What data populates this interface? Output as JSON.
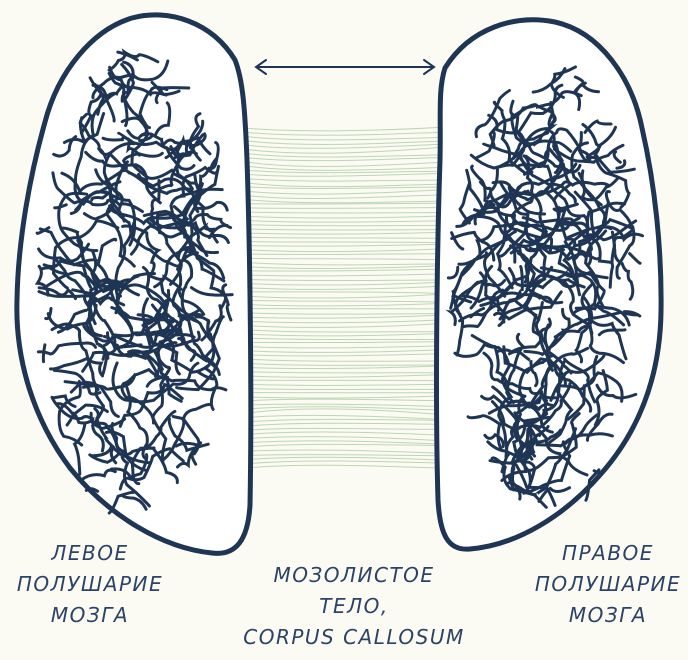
{
  "colors": {
    "background": "#fbfbf3",
    "outline": "#1f3554",
    "fibers": "#bcd6b4",
    "text": "#2b4366"
  },
  "labels": {
    "left_hemisphere": [
      "ЛЕВОЕ",
      "ПОЛУШАРИЕ",
      "МОЗГА"
    ],
    "corpus_callosum": [
      "МОЗОЛИСТОЕ",
      "ТЕЛО,",
      "CORPUS CALLOSUM"
    ],
    "right_hemisphere": [
      "ПРАВОЕ",
      "ПОЛУШАРИЕ",
      "МОЗГА"
    ]
  },
  "icons": {
    "connection_arrow": "double-headed-arrow-icon"
  }
}
